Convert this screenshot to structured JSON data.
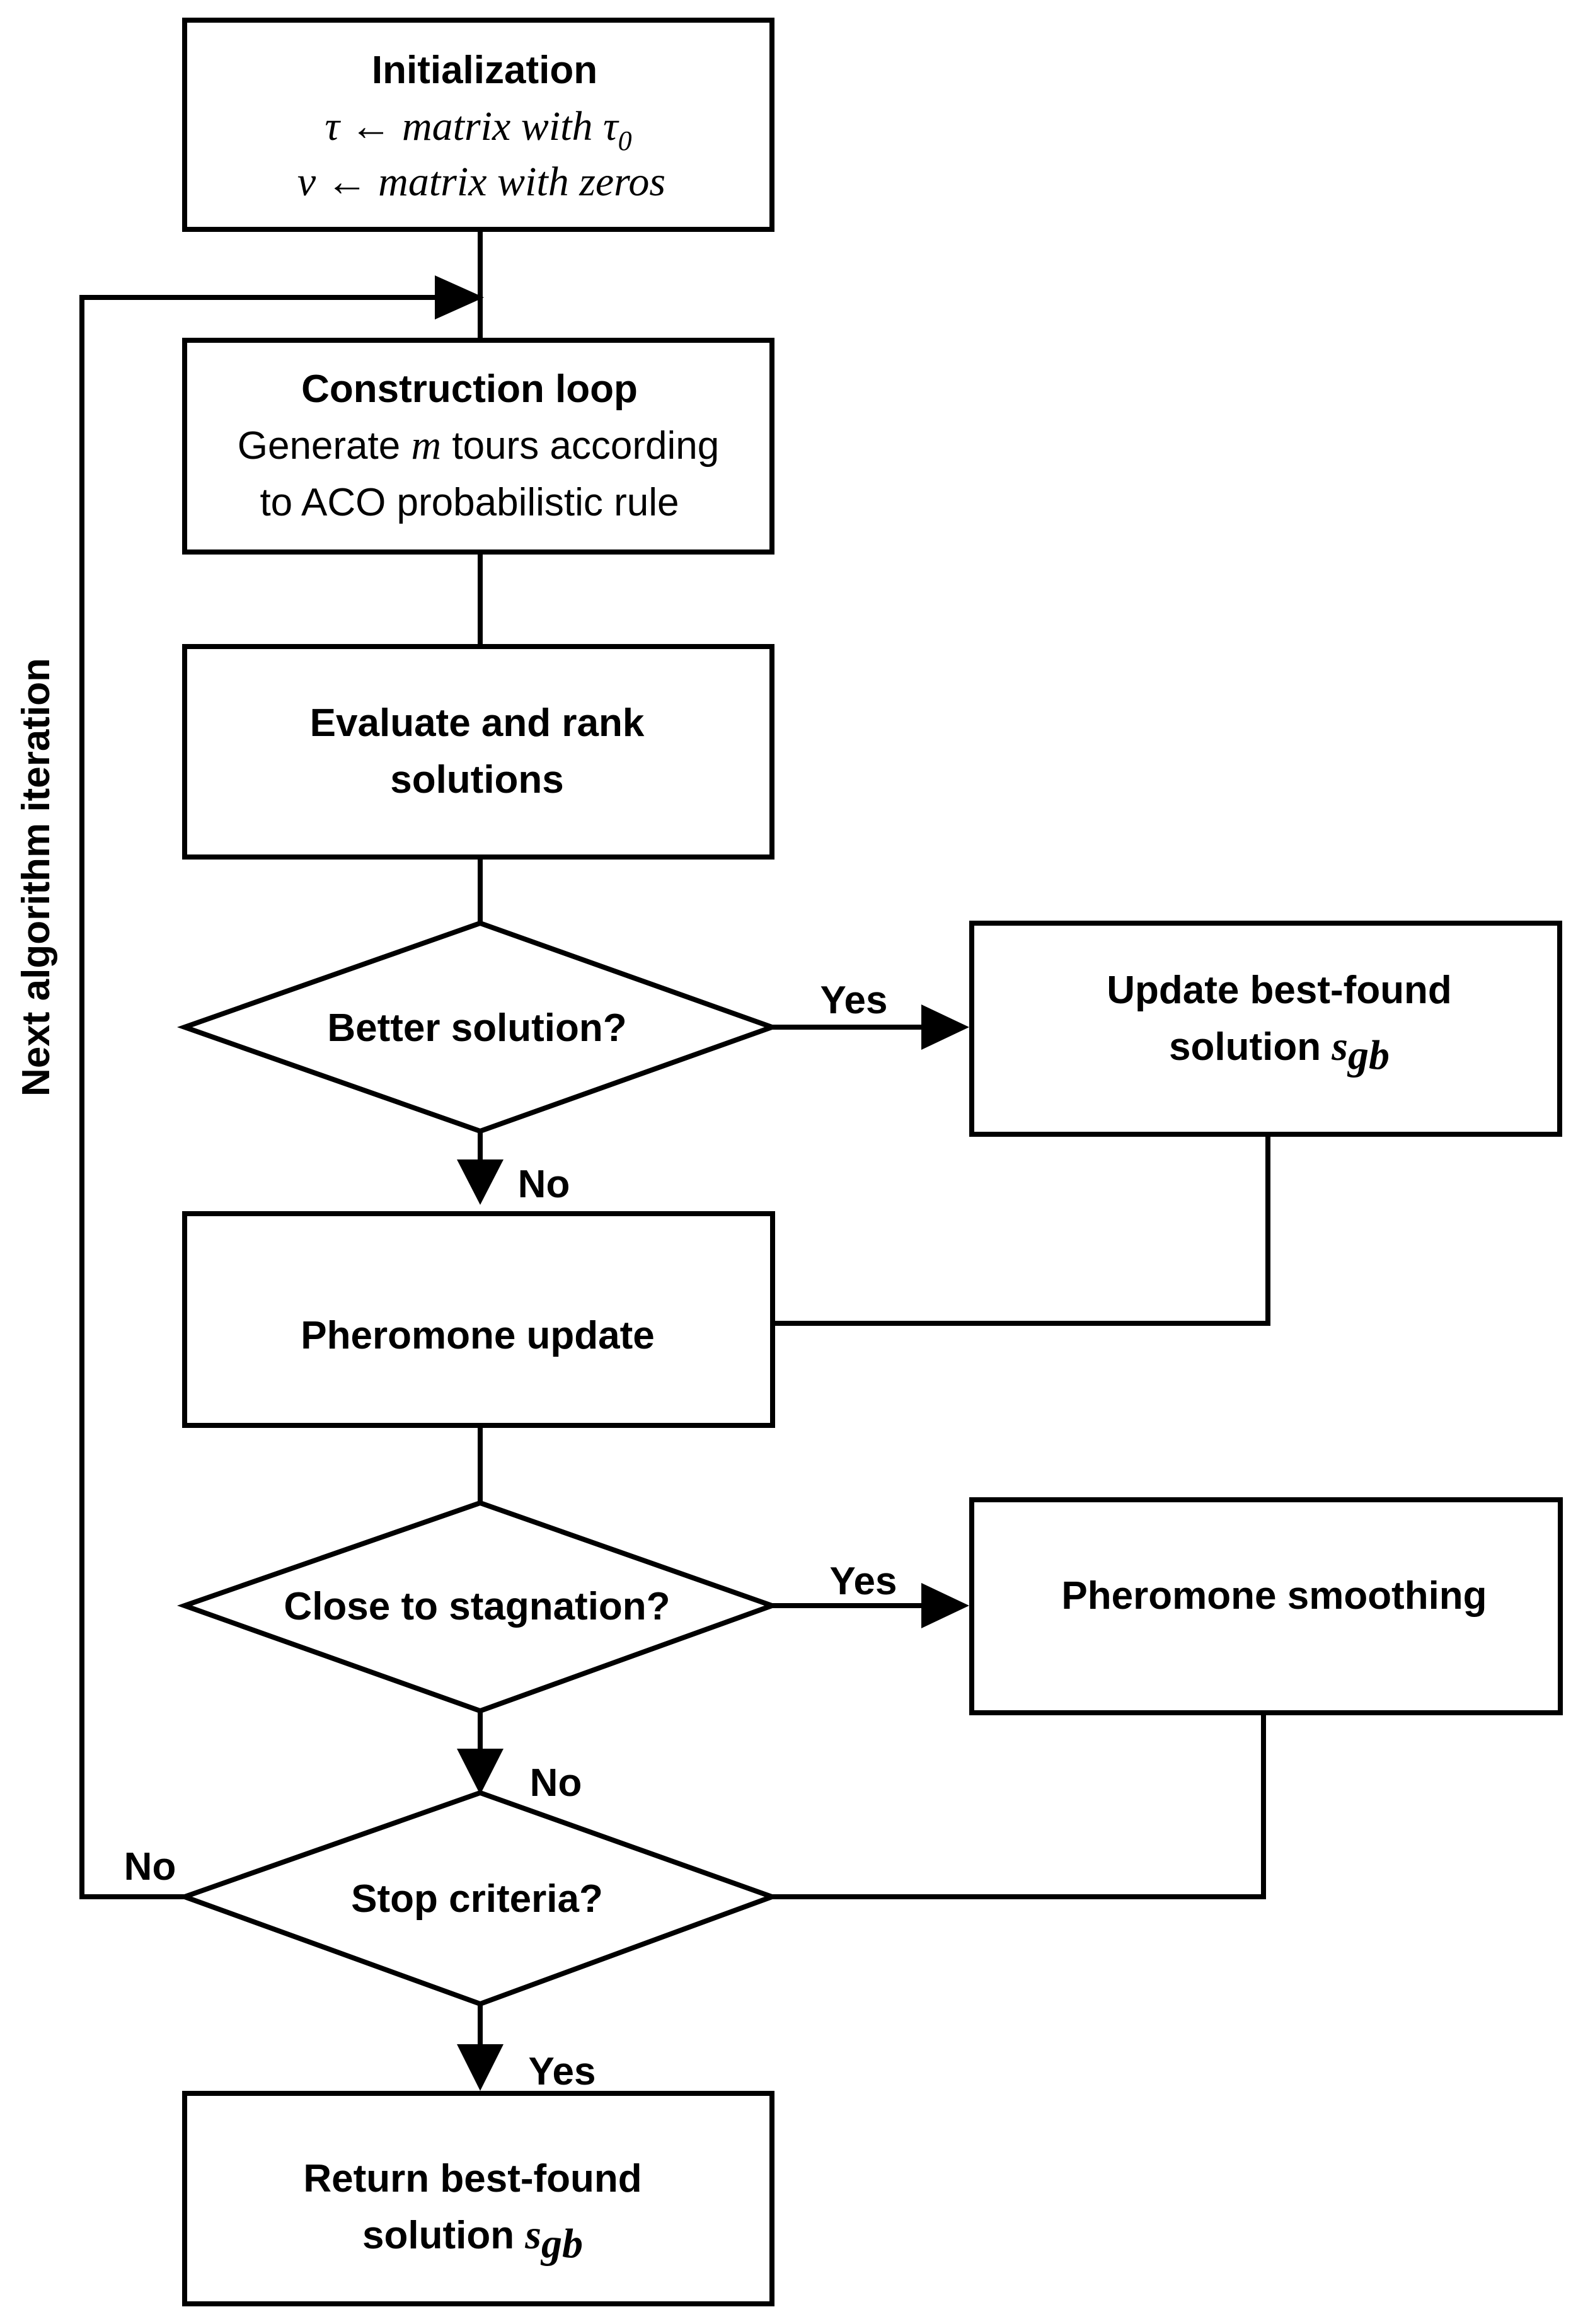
{
  "nodes": {
    "init": {
      "title": "Initialization",
      "line1": "τ ← matrix with τ",
      "line1_sub": "0",
      "line2": "ν ← matrix with zeros"
    },
    "construction": {
      "title": "Construction loop",
      "line1_a": "Generate ",
      "line1_var": "m",
      "line1_b": " tours according",
      "line2": "to ACO probabilistic rule"
    },
    "evaluate": {
      "line1": "Evaluate and rank",
      "line2": "solutions"
    },
    "better": {
      "label": "Better solution?"
    },
    "update_best": {
      "line1": "Update best-found",
      "line2_text": "solution ",
      "line2_var": "s",
      "line2_sub": "gb"
    },
    "pheromone_update": {
      "label": "Pheromone update"
    },
    "stagnation": {
      "label": "Close to stagnation?"
    },
    "smoothing": {
      "label": "Pheromone smoothing"
    },
    "stop": {
      "label": "Stop criteria?"
    },
    "return_best": {
      "line1": "Return best-found",
      "line2_text": "solution ",
      "line2_var": "s",
      "line2_sub": "gb"
    }
  },
  "edge_labels": {
    "better_yes": "Yes",
    "better_no": "No",
    "stagnation_yes": "Yes",
    "stagnation_no": "No",
    "stop_no": "No",
    "stop_yes": "Yes"
  },
  "loop_label": "Next algorithm iteration"
}
